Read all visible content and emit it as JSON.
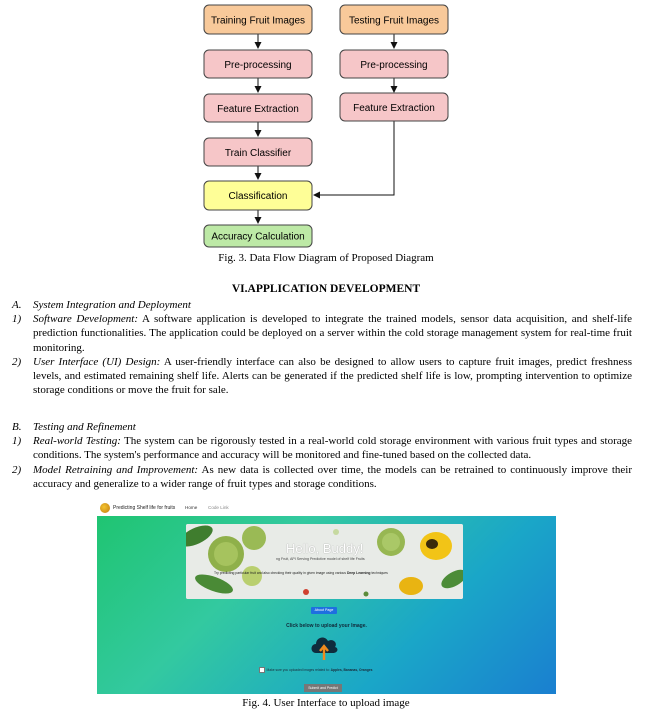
{
  "flowchart": {
    "training_column": [
      "Training Fruit Images",
      "Pre-processing",
      "Feature Extraction",
      "Train Classifier"
    ],
    "testing_column": [
      "Testing Fruit Images",
      "Pre-processing",
      "Feature Extraction"
    ],
    "shared": [
      "Classification",
      "Accuracy Calculation"
    ],
    "colors": {
      "input": "#f8c99a",
      "process": "#f6c6c8",
      "classify": "#fefe97",
      "accuracy": "#bde9a6",
      "border": "#333333"
    }
  },
  "fig3_caption": "Fig. 3. Data Flow Diagram of Proposed Diagram",
  "section_title": "VI.APPLICATION DEVELOPMENT",
  "subsections": [
    {
      "marker": "A.",
      "title": "System Integration and Deployment",
      "items": [
        {
          "marker": "1)",
          "lead": "Software Development:",
          "text": " A software application is developed to integrate the trained models, sensor data acquisition, and shelf-life prediction functionalities. The application could be deployed on a server within the cold storage management system for real-time fruit monitoring."
        },
        {
          "marker": "2)",
          "lead": "User Interface (UI) Design:",
          "text": " A user-friendly interface can also be designed to allow users to capture fruit images, predict freshness levels, and estimated remaining shelf life. Alerts can be generated if the predicted shelf life is low, prompting intervention to optimize storage conditions or move the fruit for sale."
        }
      ]
    },
    {
      "marker": "B.",
      "title": "Testing and Refinement",
      "items": [
        {
          "marker": "1)",
          "lead": "Real-world Testing:",
          "text": " The system can be rigorously tested in a real-world cold storage environment with various fruit types and storage conditions. The system's performance and accuracy will be monitored and fine-tuned based on the collected data."
        },
        {
          "marker": "2)",
          "lead": "Model Retraining and Improvement:",
          "text": " As new data is collected over time, the models can be retrained to continuously improve their accuracy and generalize to a wider range of fruit types and storage conditions."
        }
      ]
    }
  ],
  "screenshot": {
    "brand": "Predicting Shelf life for fruits",
    "nav_home": "Home",
    "nav_code": "Code Link",
    "hero_title": "Hello, Buddy!",
    "hero_subtitle": "ng Fruit, API Serving Predictive model of shelf life Fruits",
    "hero_desc_pre": "Try predicting particular fruit and also checking their quality in given image using various ",
    "hero_desc_bold": "Deep Learning",
    "hero_desc_post": " techniques",
    "about_button": "About Page",
    "upload_title": "Click below to upload your Image.",
    "checkbox_pre": "Make sure you uploaded images related to: ",
    "checkbox_bold": "Apples, Bananas, Oranges",
    "submit_button": "Submit and Predict"
  },
  "fig4_caption": "Fig. 4. User Interface to upload image"
}
